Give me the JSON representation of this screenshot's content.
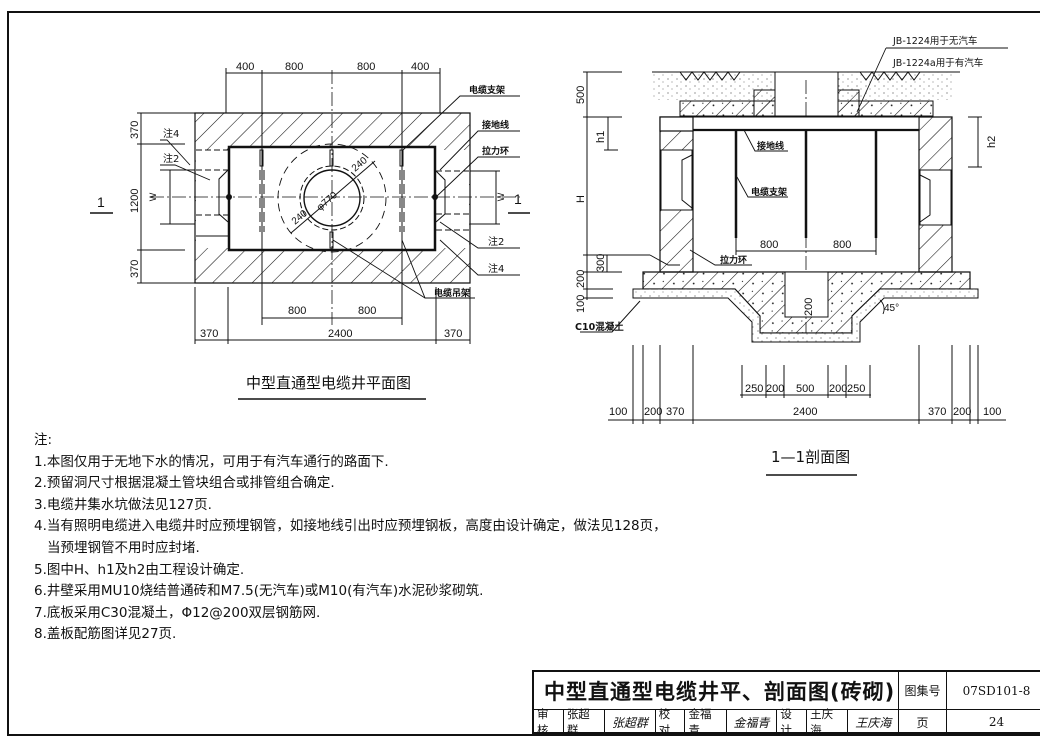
{
  "plan_view": {
    "title": "中型直通型电缆井平面图",
    "section_mark": "1",
    "top_dims": [
      "400",
      "800",
      "800",
      "400"
    ],
    "left_dims": [
      "370",
      "1200",
      "370"
    ],
    "bottom_dims_inner": [
      "800",
      "800"
    ],
    "bottom_dims_outer": [
      "370",
      "2400",
      "370"
    ],
    "diameter_label": "φ770",
    "radial_dims": [
      "240",
      "240"
    ],
    "width_mark": "W",
    "callouts": {
      "cable_bracket": "电缆支架",
      "ground_wire": "接地线",
      "pull_ring": "拉力环",
      "note2_left": "注2",
      "note4_left": "注4",
      "note2_right": "注2",
      "note4_right": "注4",
      "cable_hanger": "电缆吊架"
    }
  },
  "section_view": {
    "title": "1—1剖面图",
    "cover_label_1": "JB-1224用于无汽车",
    "cover_label_2": "JB-1224a用于有汽车",
    "left_dims": [
      "500",
      "H",
      "300",
      "200",
      "100"
    ],
    "h1": "h1",
    "h2": "h2",
    "inner_dims": [
      "800",
      "800"
    ],
    "pit_depth": "200",
    "angle": "45°",
    "concrete_label": "C10混凝土",
    "pit_dims": [
      "250",
      "200",
      "500",
      "200",
      "250"
    ],
    "bottom_dims": [
      "100",
      "200",
      "370",
      "2400",
      "370",
      "200",
      "100"
    ],
    "callouts": {
      "ground_wire": "接地线",
      "cable_bracket": "电缆支架",
      "pull_ring": "拉力环"
    }
  },
  "notes": {
    "heading": "注:",
    "items": [
      "1.本图仅用于无地下水的情况，可用于有汽车通行的路面下.",
      "2.预留洞尺寸根据混凝土管块组合或排管组合确定.",
      "3.电缆井集水坑做法见127页.",
      "4.当有照明电缆进入电缆井时应预埋钢管，如接地线引出时应预埋钢板，高度由设计确定，做法见128页，",
      "当预埋钢管不用时应封堵.",
      "5.图中H、h1及h2由工程设计确定.",
      "6.井壁采用MU10烧结普通砖和M7.5(无汽车)或M10(有汽车)水泥砂浆砌筑.",
      "7.底板采用C30混凝土，Φ12@200双层钢筋网.",
      "8.盖板配筋图详见27页."
    ]
  },
  "title_block": {
    "drawing_title": "中型直通型电缆井平、剖面图(砖砌)",
    "atlas_no_label": "图集号",
    "atlas_no": "07SD101-8",
    "page_label": "页",
    "page_no": "24",
    "review_label": "审核",
    "reviewer": "张超群",
    "reviewer_sig": "张超群",
    "check_label": "校对",
    "checker": "金福青",
    "checker_sig": "金福青",
    "design_label": "设计",
    "designer": "王庆海",
    "designer_sig": "王庆海"
  }
}
